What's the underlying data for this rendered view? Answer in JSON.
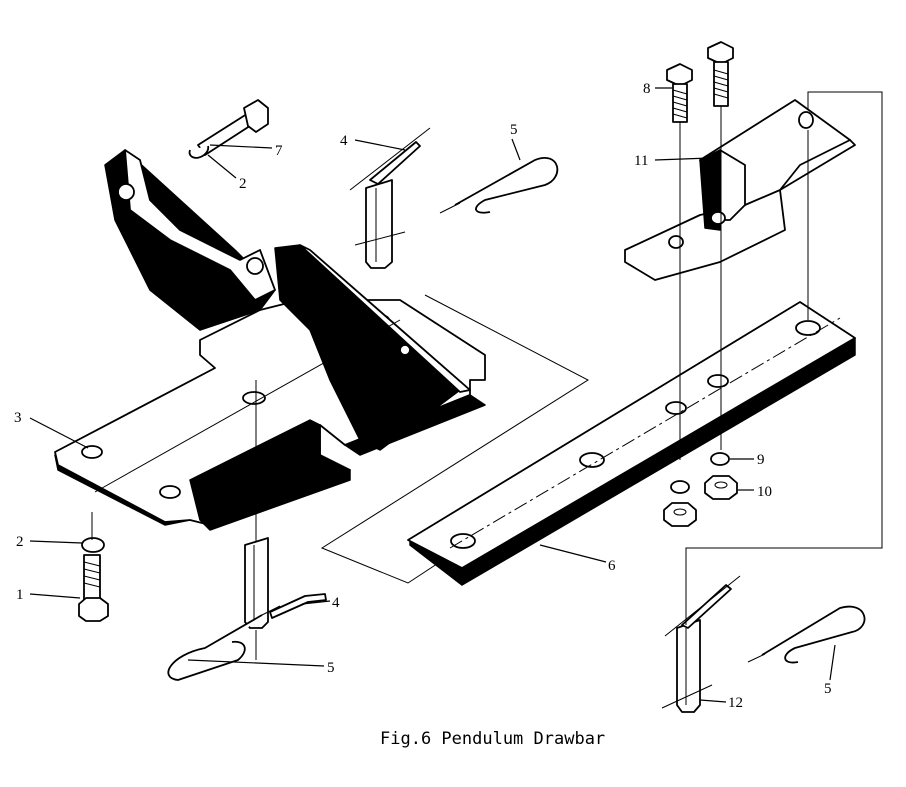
{
  "caption": "Fig.6 Pendulum Drawbar",
  "callouts": {
    "c1": "1",
    "c2a": "2",
    "c2b": "2",
    "c3": "3",
    "c4a": "4",
    "c4b": "4",
    "c5a": "5",
    "c5b": "5",
    "c5c": "5",
    "c6": "6",
    "c7": "7",
    "c8": "8",
    "c9": "9",
    "c10": "10",
    "c11": "11",
    "c12": "12"
  }
}
